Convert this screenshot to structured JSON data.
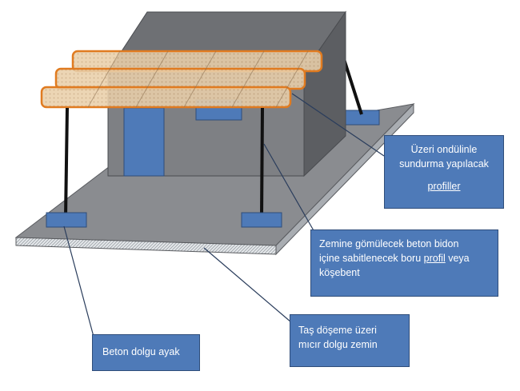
{
  "callouts": {
    "profiles": {
      "line1": "Üzeri ondülinle",
      "line2": "sundurma yapılacak",
      "line3": "profiller"
    },
    "pipe": {
      "line1": "Zemine gömülecek beton bidon",
      "line2_a": "içine sabitlenecek boru ",
      "line2_b": "profil",
      "line2_c": " veya",
      "line3": "köşebent"
    },
    "floor": {
      "line1": "Taş döşeme üzeri",
      "line2": "mıcır dolgu zemin"
    },
    "foot": {
      "line1": "Beton dolgu ayak"
    }
  },
  "colors": {
    "slab_top": "#8a8c90",
    "slab_front": "#c9cdd2",
    "house_front": "#7e8084",
    "house_side": "#5c5e62",
    "house_top": "#6e7074",
    "blue": "#4e7ab8",
    "profile_fill": "#e6c9a2",
    "profile_border": "#e07b20",
    "pillar": "#111111",
    "leader": "#2a3d5c"
  }
}
